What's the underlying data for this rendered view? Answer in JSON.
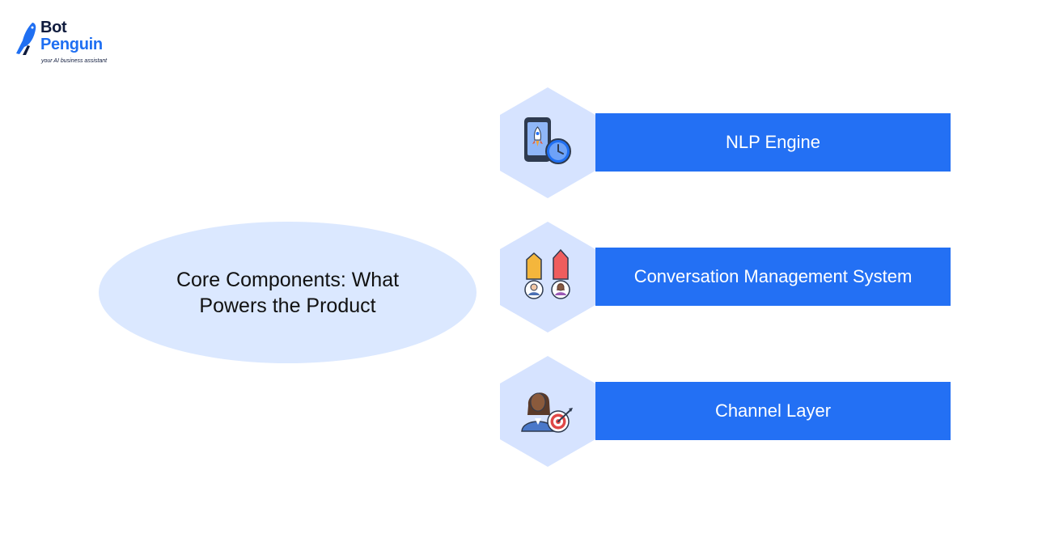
{
  "brand": {
    "name_line1": "Bot",
    "name_line2": "Penguin",
    "tagline": "your AI business assistant",
    "dark_color": "#0f1b3d",
    "accent_color": "#1f6ff2"
  },
  "diagram": {
    "center": {
      "title": "Core Components: What Powers the Product",
      "fill_color": "#dbe8ff"
    },
    "bar_color": "#2370f4",
    "hex_color": "#d6e3ff",
    "items": [
      {
        "label": "NLP Engine",
        "icon": "phone-rocket-clock-icon"
      },
      {
        "label": "Conversation Management System",
        "icon": "people-rising-arrows-icon"
      },
      {
        "label": "Channel Layer",
        "icon": "person-target-icon"
      }
    ]
  }
}
